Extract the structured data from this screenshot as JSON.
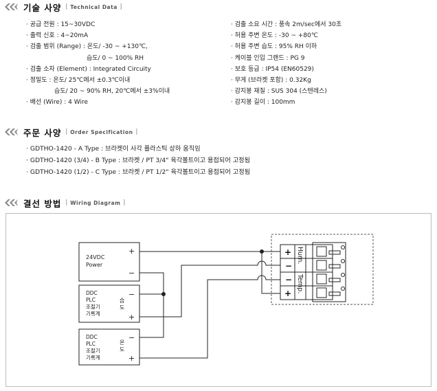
{
  "sections": {
    "tech": {
      "title": "기술 사양",
      "subtitle": "Technical Data"
    },
    "order": {
      "title": "주문 사양",
      "subtitle": "Order Specification"
    },
    "wiring": {
      "title": "결선 방법",
      "subtitle": "Wiring Diagram"
    }
  },
  "tech_left": [
    "· 공급 전원 : 15~30VDC",
    "· 출력 신호 : 4~20mA",
    "· 검출 범위 (Range) : 온도/ -30 ~ +130℃,",
    "습도/ 0 ~ 100% RH",
    "· 검출 소자 (Element) : Integrated Circuity",
    "· 정밀도 : 온도/ 25℃에서 ±0.3℃이내",
    "습도/ 20 ~ 90% RH, 20℃에서 ±3%이내",
    "· 배선 (Wire) : 4 Wire"
  ],
  "tech_right": [
    "· 검출 소요 시간 : 풍속 2m/sec에서 30초",
    "· 허용 주변 온도 : -30 ~ +80℃",
    "· 허용 주변 습도 : 95% RH 이하",
    "· 케이블 인입 그랜드 : PG 9",
    "· 보호 등급 : IP54 (EN60529)",
    "· 무게 (브라켓 포함) : 0.32Kg",
    "· 감지봉 재질 : SUS 304 (스텐레스)",
    "· 감지봉 길이 : 100mm"
  ],
  "order_lines": [
    "· GDTHO-1420 - A Type : 브라켓이 사각 플라스틱 상하 움직임",
    "· GDTHO-1420 (3/4) - B Type : 브라켓 / PT 3/4\" 육각볼트이고 용접되어 고정됨",
    "· GDTHO-1420 (1/2) - C Type : 브라켓 / PT 1/2\" 육각볼트이고 용접되어 고정됨"
  ],
  "diagram": {
    "power": {
      "line1": "24VDC",
      "line2": "Power",
      "plus": "+",
      "minus": "−"
    },
    "hum_block": {
      "lines": [
        "DDC",
        "PLC",
        "조절기",
        "기록계"
      ],
      "tag1": "습",
      "tag2": "도",
      "minus": "−",
      "plus": "+"
    },
    "temp_block": {
      "lines": [
        "DDC",
        "PLC",
        "조절기",
        "기록계"
      ],
      "tag1": "온",
      "tag2": "도",
      "minus": "−",
      "plus": "+"
    },
    "terminal": {
      "signs": [
        "+",
        "−",
        "−",
        "+"
      ],
      "hum": "Hum.",
      "temp": "Temp."
    }
  },
  "colors": {
    "chevron": "#8a8a8a",
    "line": "#222222",
    "dashed": "#555555"
  }
}
